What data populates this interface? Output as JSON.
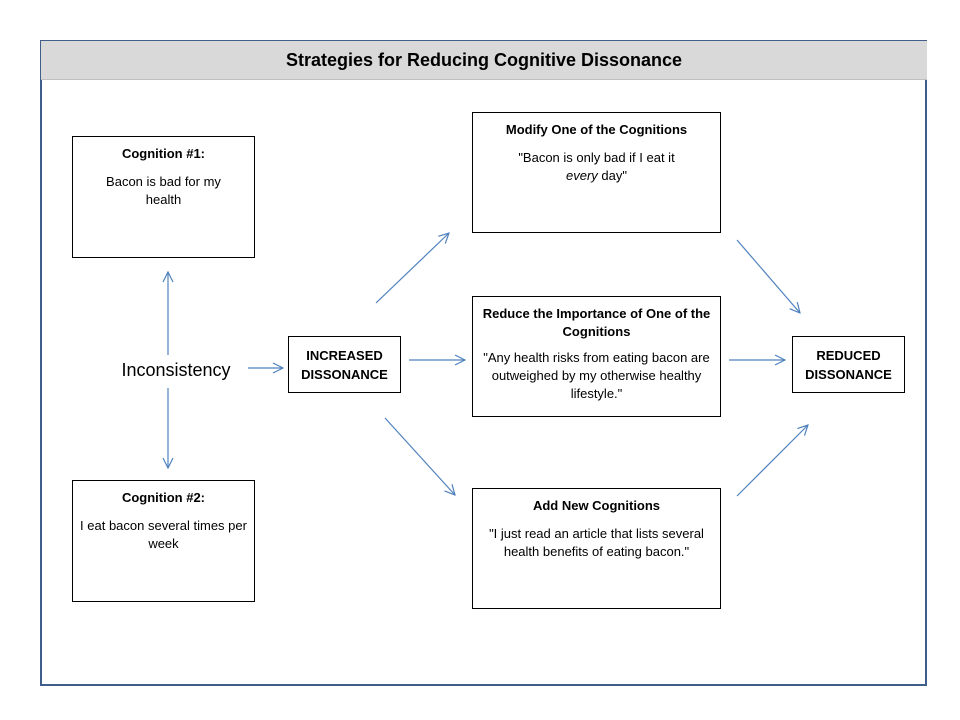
{
  "title": "Strategies for Reducing Cognitive Dissonance",
  "cognition1": {
    "head": "Cognition #1:",
    "body": "Bacon is bad for my health"
  },
  "cognition2": {
    "head": "Cognition #2:",
    "body": "I eat bacon several times per week"
  },
  "inconsistency": "Inconsistency",
  "increased": "INCREASED DISSONANCE",
  "modify": {
    "head": "Modify One of the Cognitions",
    "body_pre": "\"Bacon is only bad if I eat it ",
    "body_em": "every",
    "body_post": " day\""
  },
  "reduce": {
    "head": "Reduce the Importance of One of the Cognitions",
    "body": "\"Any health risks from eating bacon are outweighed by my otherwise healthy lifestyle.\""
  },
  "add": {
    "head": "Add New Cognitions",
    "body": "\"I just read an article that lists several health benefits of eating bacon.\""
  },
  "reduced": "REDUCED DISSONANCE",
  "colors": {
    "arrow": "#4f81bd",
    "frame": "#3f5f8a",
    "title_bg": "#d9d9d9"
  }
}
